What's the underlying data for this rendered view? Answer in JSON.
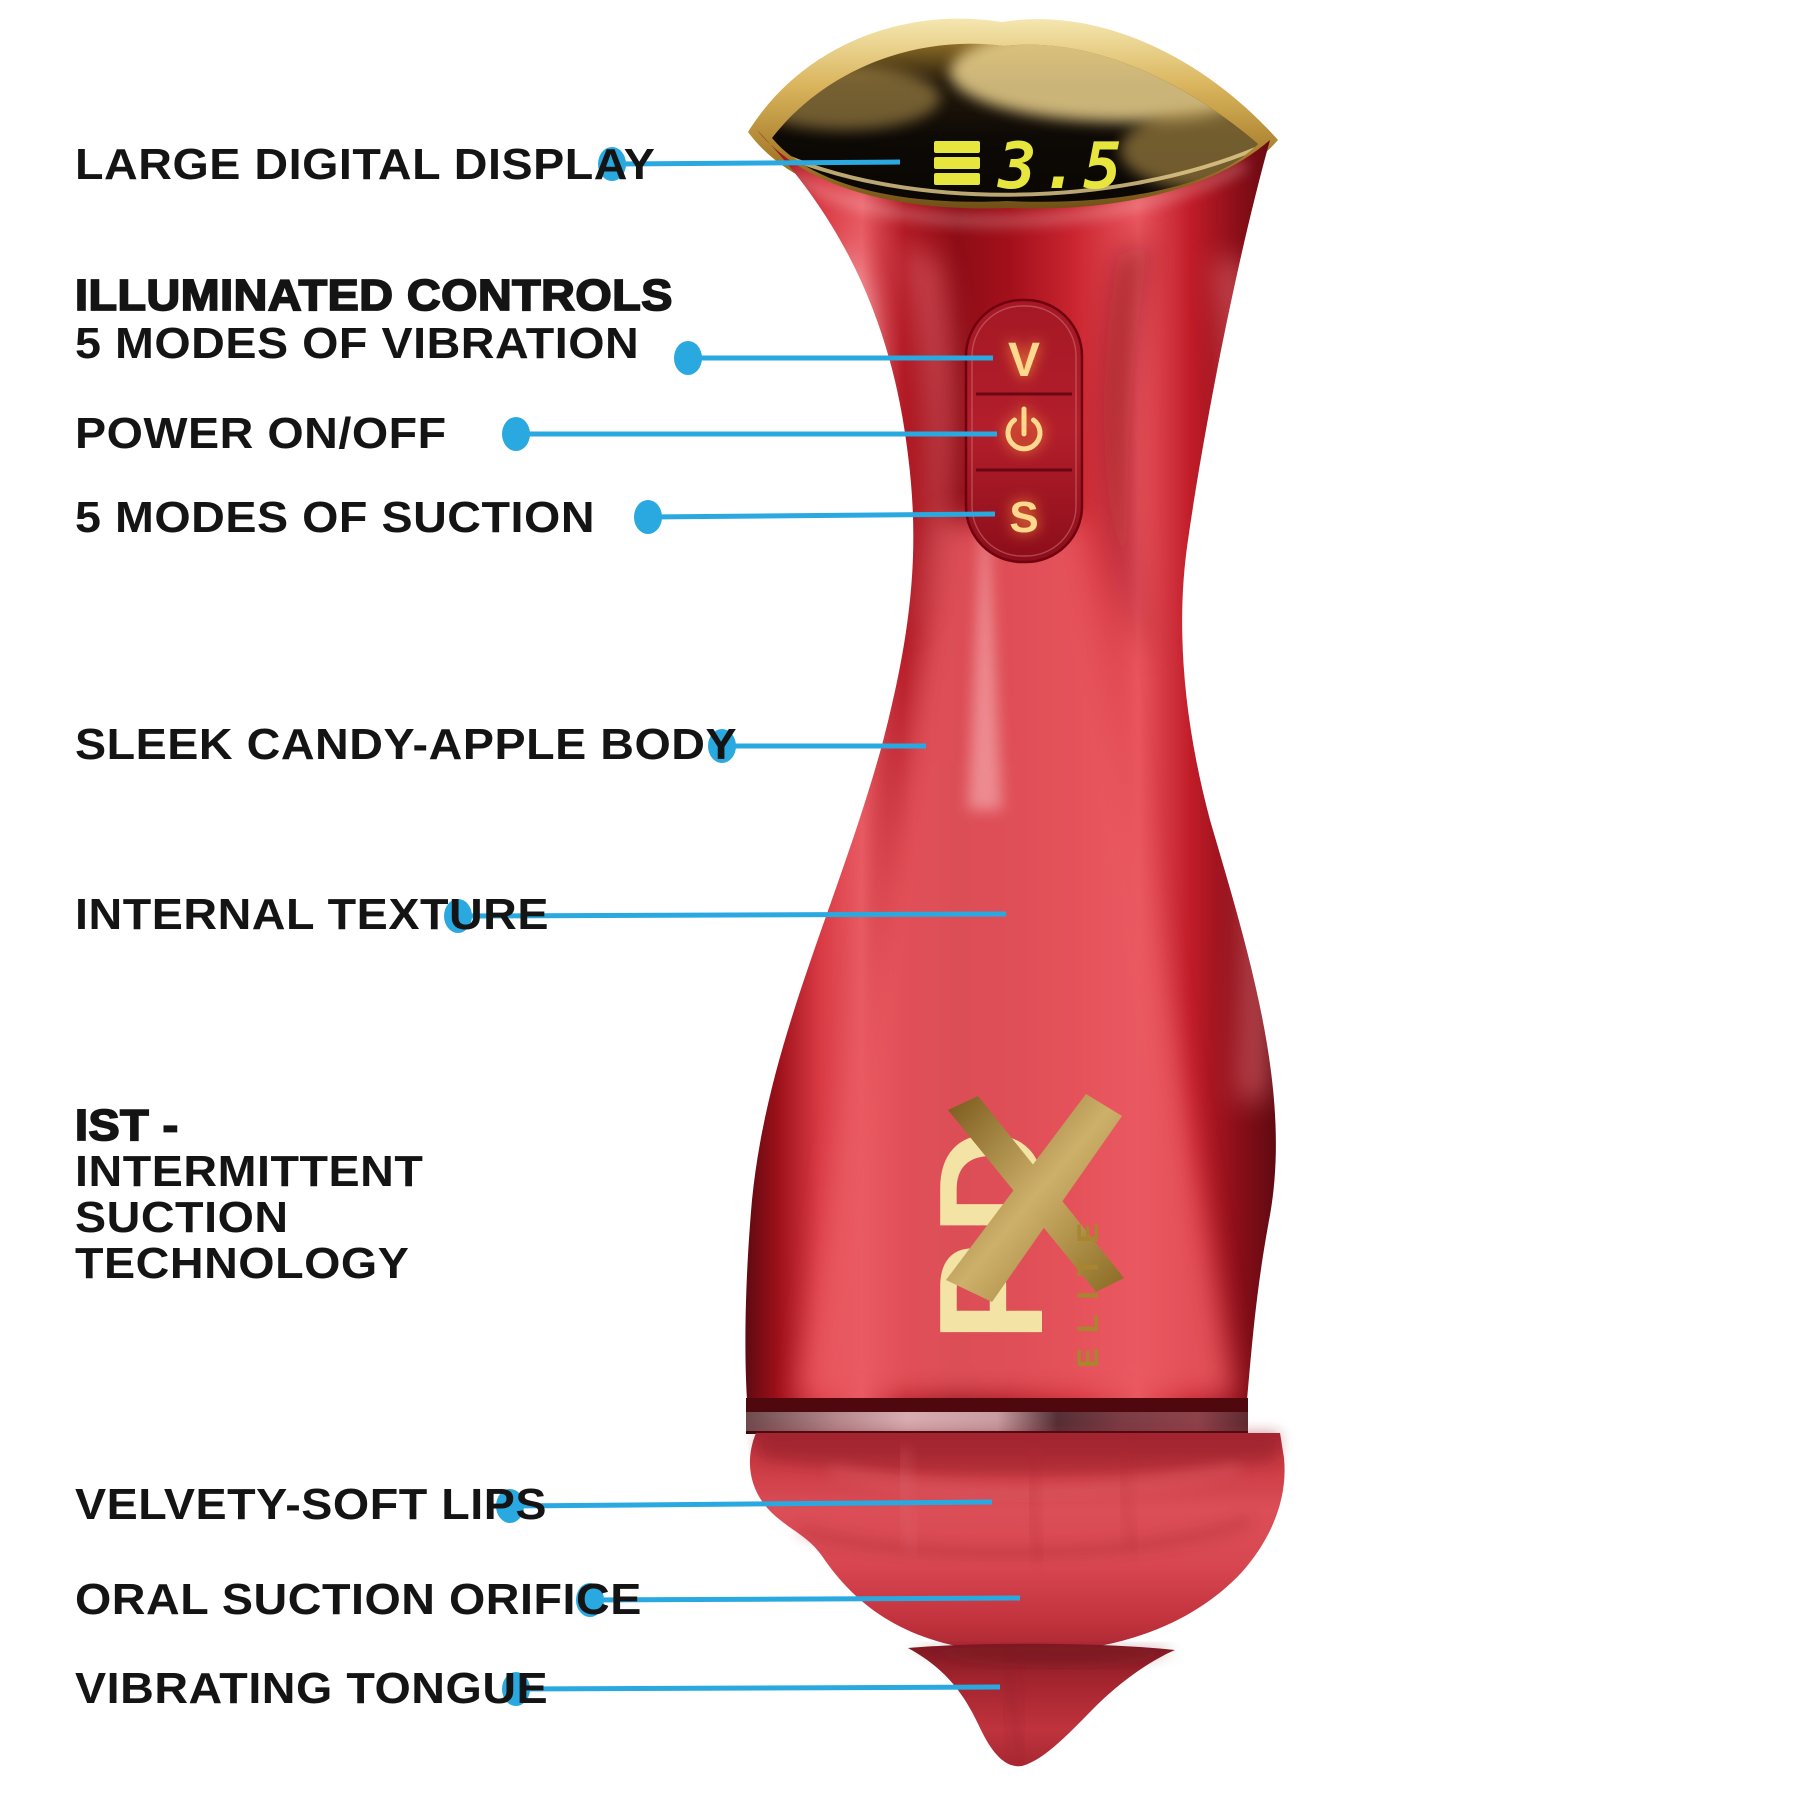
{
  "callouts": {
    "display": "LARGE DIGITAL DISPLAY",
    "controls_heading": "ILLUMINATED CONTROLS",
    "vibration": "5 MODES OF VIBRATION",
    "power": "POWER ON/OFF",
    "suction": "5 MODES OF SUCTION",
    "body": "SLEEK CANDY-APPLE BODY",
    "texture": "INTERNAL TEXTURE",
    "ist": {
      "line1": "IST -",
      "line2": "INTERMITTENT",
      "line3": "SUCTION",
      "line4": "TECHNOLOGY"
    },
    "lips": "VELVETY-SOFT LIPS",
    "orifice": "ORAL SUCTION ORIFICE",
    "tongue": "VIBRATING TONGUE"
  },
  "product": {
    "display": {
      "value": "3.5",
      "level_icon": "battery-bars-icon"
    },
    "buttons": {
      "vibration": "V",
      "power_icon": "power-icon",
      "suction": "S"
    },
    "logo": {
      "brand": "PD",
      "x_mark": "X",
      "sub": "ELITE"
    }
  },
  "colors": {
    "accent_blue": "#29a9e0",
    "candy_red": "#c4121f",
    "gold": "#c9a24b",
    "display_yellow": "#e6e63e",
    "label_text": "#141414",
    "background": "#ffffff"
  }
}
